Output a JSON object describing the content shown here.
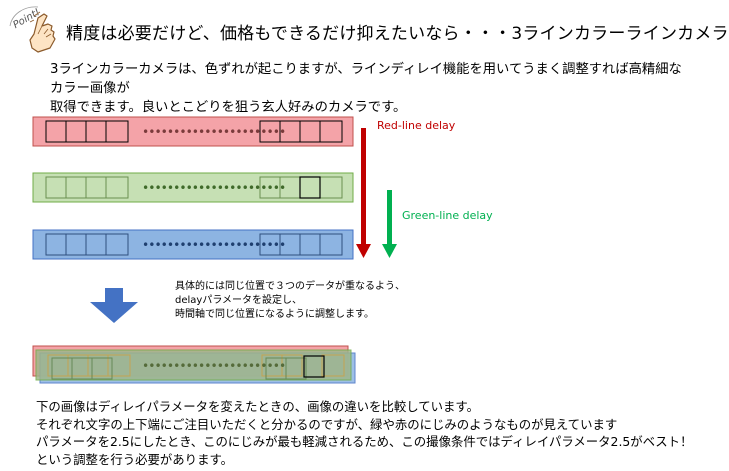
{
  "badge": {
    "text": "Point!"
  },
  "title": "精度は必要だけど、価格もできるだけ抑えたいなら・・・3ラインカラーラインカメラ",
  "intro": [
    "3ラインカラーカメラは、色ずれが起こりますが、ラインディレイ機能を用いてうまく調整すれば高精細なカラー画像が",
    "取得できます。良いとこどりを狙う玄人好みのカメラです。"
  ],
  "delays": {
    "red": "Red-line delay",
    "green": "Green-line delay"
  },
  "note": [
    "具体的には同じ位置で３つのデータが重なるよう、",
    "delayパラメータを設定し、",
    "時間軸で同じ位置になるように調整します。"
  ],
  "bottom": [
    "下の画像はディレイパラメータを変えたときの、画像の違いを比較しています。",
    "それぞれ文字の上下端にご注目いただくと分かるのですが、緑や赤のにじみのようなものが見えています",
    "パラメータを2.5にしたとき、このにじみが最も軽減されるため、この撮像条件ではディレイパラメータ2.5がベスト！",
    "という調整を行う必要があります。"
  ],
  "colors": {
    "red_fill": "#f4a3a8",
    "red_stroke": "#c0504d",
    "green_fill": "#c6e0b4",
    "green_stroke": "#70ad47",
    "blue_fill": "#8db4e2",
    "blue_stroke": "#4472c4",
    "red_arrow": "#c00000",
    "green_arrow": "#00b050",
    "red_label": "#c00000",
    "green_label": "#00b050",
    "big_arrow": "#4472c4"
  }
}
